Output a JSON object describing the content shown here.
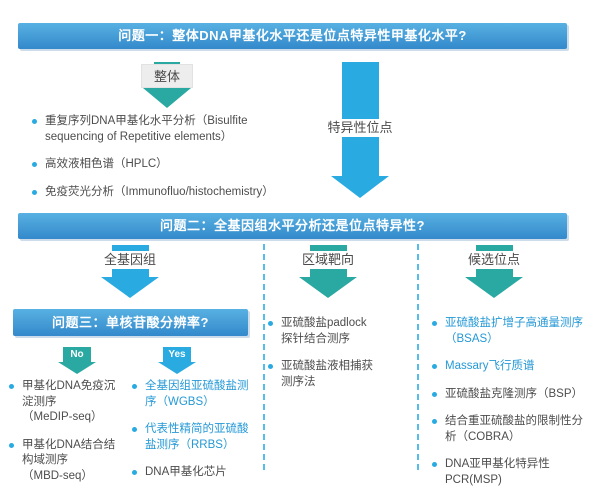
{
  "colors": {
    "banner_gradient_top": "#58b1e2",
    "banner_gradient_bottom": "#3389cb",
    "teal_arrow": "#2aa8a2",
    "blue_arrow": "#29abe2",
    "body_text": "#4d4d4d",
    "highlight_text": "#2599d6",
    "dashed_divider": "#55bde9"
  },
  "banners": {
    "q1": "问题一：整体DNA甲基化水平还是位点特异性甲基化水平?",
    "q2": "问题二：全基因组水平分析还是位点特异性?",
    "q3": "问题三：单核苷酸分辨率?"
  },
  "arrow_labels": {
    "overall": "整体",
    "site_specific": "特异性位点",
    "genome_wide": "全基因组",
    "region_targeted": "区域靶向",
    "candidate_site": "候选位点",
    "no": "No",
    "yes": "Yes"
  },
  "lists": {
    "overall_methods": [
      {
        "text": "重复序列DNA甲基化水平分析（Bisulfite\nsequencing of Repetitive elements）",
        "highlight": false
      },
      {
        "text": "高效液相色谱（HPLC）",
        "highlight": false
      },
      {
        "text": "免疫荧光分析（Immunofluo/histochemistry）",
        "highlight": false
      }
    ],
    "no_methods": [
      {
        "text": "甲基化DNA免疫沉\n淀测序\n（MeDIP-seq）",
        "highlight": false
      },
      {
        "text": "甲基化DNA结合结\n构域测序\n（MBD-seq）",
        "highlight": false
      }
    ],
    "yes_methods": [
      {
        "text": "全基因组亚硫酸盐测\n序（WGBS）",
        "highlight": true
      },
      {
        "text": "代表性精简的亚硫酸\n盐测序（RRBS）",
        "highlight": true
      },
      {
        "text": "DNA甲基化芯片",
        "highlight": false
      }
    ],
    "region_methods": [
      {
        "text": "亚硫酸盐padlock\n探针结合测序",
        "highlight": false
      },
      {
        "text": "亚硫酸盐液相捕获\n测序法",
        "highlight": false
      }
    ],
    "candidate_methods": [
      {
        "text": "亚硫酸盐扩增子高通量测序\n（BSAS）",
        "highlight": true
      },
      {
        "text": "Massary飞行质谱",
        "highlight": true
      },
      {
        "text": "亚硫酸盐克隆测序（BSP）",
        "highlight": false
      },
      {
        "text": "结合重亚硫酸盐的限制性分\n析（COBRA）",
        "highlight": false
      },
      {
        "text": "DNA亚甲基化特异性\nPCR(MSP)",
        "highlight": false
      }
    ]
  }
}
